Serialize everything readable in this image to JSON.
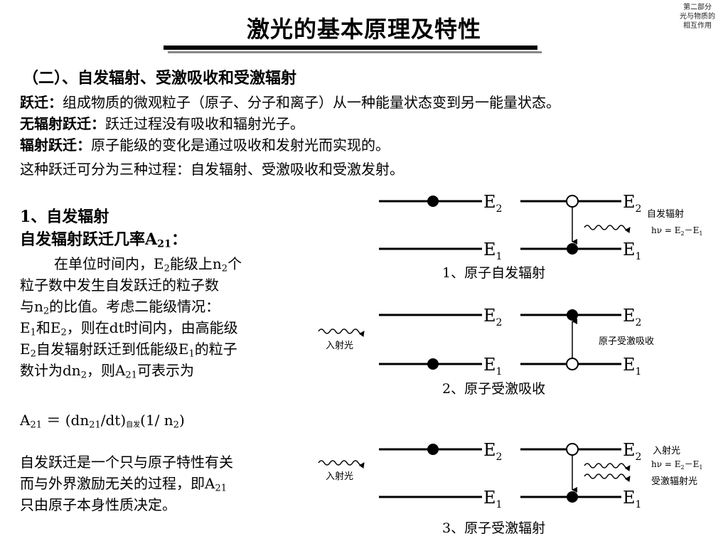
{
  "title": "激光的基本原理及特性",
  "corner": [
    "第二部分",
    "光与物质的",
    "相互作用"
  ],
  "section_title": "（二）、自发辐射、受激吸收和受激辐射",
  "definitions": [
    {
      "term": "跃迁：",
      "text": "组成物质的微观粒子（原子、分子和离子）从一种能量状态变到另一能量状态。"
    },
    {
      "term": "无辐射跃迁：",
      "text": "跃迁过程没有吸收和辐射光子。"
    },
    {
      "term": "辐射跃迁：",
      "text": "原子能级的变化是通过吸收和发射光而实现的。"
    }
  ],
  "three_processes": "这种跃迁可分为三种过程：自发辐射、受激吸收和受激发射。",
  "sub1_title": "1、自发辐射",
  "rate_title": "自发辐射跃迁几率A",
  "rate_sub": "21",
  "rate_colon": "：",
  "para": {
    "r1a": "在单位时间内，E",
    "r1b": "2",
    "r1c": "能级上n",
    "r1d": "2",
    "r1e": "个",
    "r2": "粒子数中发生自发跃迁的粒子数",
    "r3a": "与n",
    "r3b": "2",
    "r3c": "的比值。考虑二能级情况：",
    "r4a": "E",
    "r4b": "1",
    "r4c": "和E",
    "r4d": "2",
    "r4e": "，则在dt时间内，由高能级",
    "r5a": "E",
    "r5b": "2",
    "r5c": "自发辐射跃迁到低能级E",
    "r5d": "1",
    "r5e": "的粒子",
    "r6a": "数计为dn",
    "r6b": "2",
    "r6c": "，则A",
    "r6d": "21",
    "r6e": "可表示为"
  },
  "formula": {
    "a": "A",
    "a_sub": "21",
    "b": " ＝ (dn",
    "b_sub": "21",
    "c": "/dt)",
    "c_sub": "自发",
    "d": "(1/ n",
    "d_sub": "2",
    "e": ")"
  },
  "conclusion": {
    "r1": "自发跃迁是一个只与原子特性有关",
    "r2a": "而与外界激励无关的过程，即A",
    "r2b": "21",
    "r3": "只由原子本身性质决定。"
  },
  "diagrams": {
    "level_top": "E",
    "level_top_sub": "2",
    "level_bottom": "E",
    "level_bottom_sub": "1",
    "d1_caption": "1、原子自发辐射",
    "d1_label": "自发辐射",
    "hv_a": "hν = E",
    "hv_sub2": "2",
    "hv_b": "－E",
    "hv_sub1": "1",
    "d2_caption": "2、原子受激吸收",
    "d2_label": "原子受激吸收",
    "incident": "入射光",
    "d3_caption": "3、原子受激辐射",
    "d3_incident": "入射光",
    "d3_stim": "受激辐射光",
    "d3_incident_left": "入射光"
  }
}
